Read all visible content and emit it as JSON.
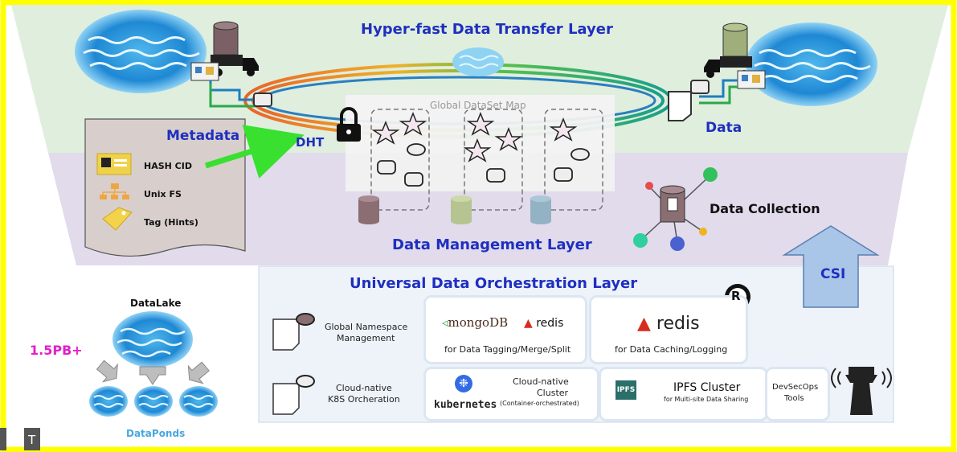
{
  "layers": {
    "transfer": "Hyper-fast Data Transfer Layer",
    "management": "Data Management Layer",
    "orchestration": "Universal Data Orchestration Layer"
  },
  "labels": {
    "metadata": "Metadata",
    "dht": "DHT",
    "data": "Data",
    "global_map": "Global DataSet Map",
    "data_collection": "Data Collection",
    "csi": "CSI",
    "datalake": "DataLake",
    "dataponds": "DataPonds",
    "capacity": "1.5PB+",
    "corner_glyph": "T"
  },
  "metadata_items": [
    "HASH CID",
    "Unix FS",
    "Tag (Hints)"
  ],
  "orchestration": {
    "row1_label_a": "Global Namespace",
    "row1_label_b": "Management",
    "row2_label_a": "Cloud-native",
    "row2_label_b": "K8S Orcheration",
    "mongodb": "mongoDB",
    "redis": "redis",
    "tagging_caption": "for Data Tagging/Merge/Split",
    "caching_caption": "for Data Caching/Logging",
    "kubernetes": "kubernetes",
    "k8s_cluster_a": "Cloud-native",
    "k8s_cluster_b": "Cluster",
    "k8s_cluster_c": "(Container-orchestrated)",
    "ipfs_badge": "IPFS",
    "ipfs_title": "IPFS Cluster",
    "ipfs_caption": "for Multi-site Data Sharing",
    "devsecops_a": "DevSecOps",
    "devsecops_b": "Tools",
    "rust_glyph": "R"
  },
  "colors": {
    "frame": "#ffff00",
    "top_band": "#dfeedd",
    "mid_band": "#e1dbec",
    "bottom_panel": "#eef3fa",
    "title_blue": "#1f2fbf",
    "csi_arrow": "#a9c5e8",
    "capacity": "#e020c8",
    "dataponds": "#4aa6e0",
    "dht_arrow": "#39e02f"
  },
  "icons": [
    "lake-icon",
    "truck-icon",
    "network-card-icon",
    "lock-icon",
    "star-icon",
    "document-icon",
    "id-card-icon",
    "tree-icon",
    "tag-icon",
    "database-icon",
    "collection-icon",
    "rust-icon",
    "mongodb-leaf-icon",
    "redis-icon",
    "kubernetes-icon",
    "ipfs-icon",
    "control-tower-icon"
  ]
}
